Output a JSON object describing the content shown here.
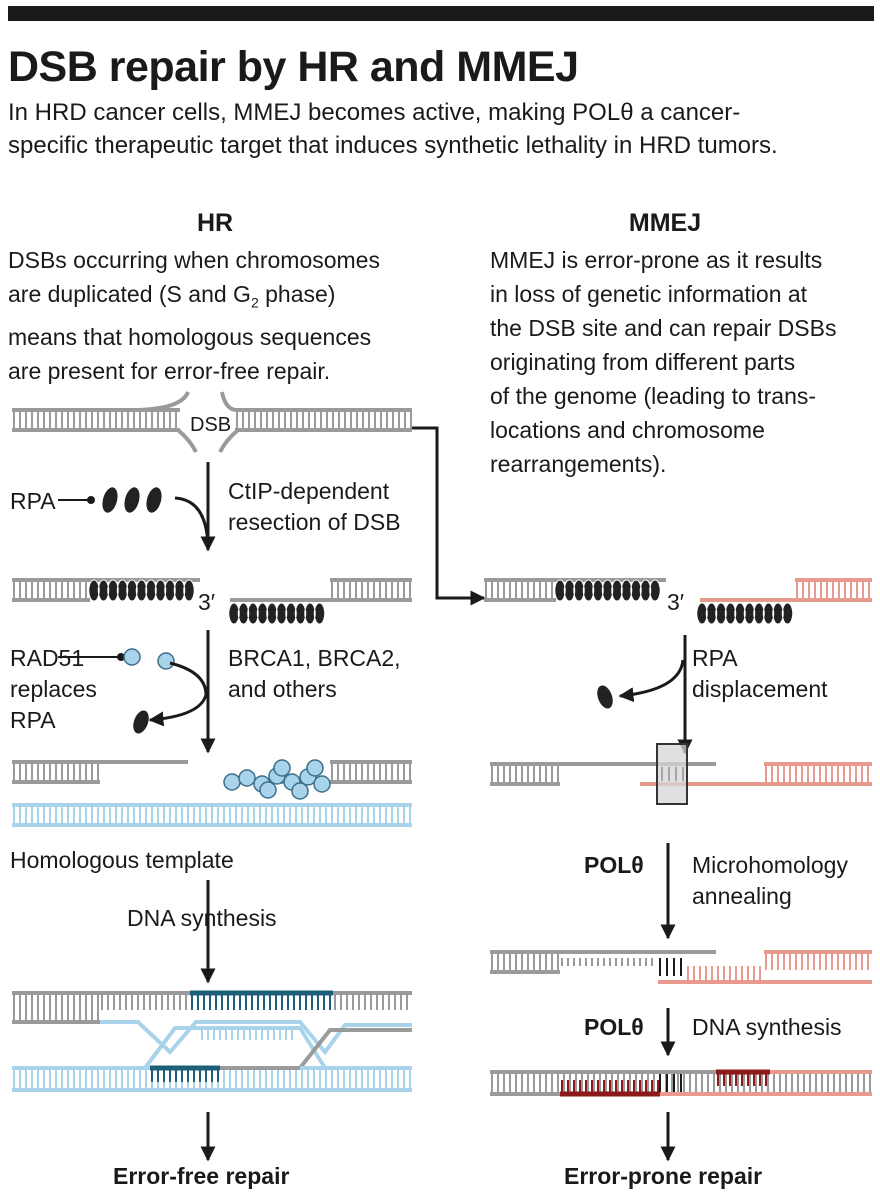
{
  "title": "DSB repair by HR and MMEJ",
  "subtitle_lines": [
    "In HRD cancer cells, MMEJ becomes active, making POLθ a cancer-",
    "specific therapeutic target that induces synthetic lethality in HRD tumors."
  ],
  "hr": {
    "heading": "HR",
    "description_lines": [
      "DSBs occurring when chromosomes",
      "are duplicated (S and G",
      "means that homologous sequences",
      "are present for error-free repair."
    ],
    "g2_subscript": "2",
    "g2_suffix": " phase)",
    "dsb_label": "DSB",
    "rpa_label": "RPA",
    "resection_lines": [
      "CtIP-dependent",
      "resection of DSB"
    ],
    "three_prime_label": "3′",
    "rad51_lines": [
      "RAD51",
      "replaces",
      "RPA"
    ],
    "brca_lines": [
      "BRCA1, BRCA2,",
      "and others"
    ],
    "template_label": "Homologous template",
    "synthesis_label": "DNA synthesis",
    "outcome": "Error-free repair"
  },
  "mmej": {
    "heading": "MMEJ",
    "description_lines": [
      "MMEJ is error-prone as it results",
      "in loss of genetic information at",
      "the DSB site and can repair DSBs",
      "originating from different parts",
      "of the genome (leading to trans-",
      "locations and chromosome",
      "rearrangements)."
    ],
    "three_prime_label": "3′",
    "rpa_displacement_lines": [
      "RPA",
      "displacement"
    ],
    "pol1_label": "POLθ",
    "annealing_lines": [
      "Microhomology",
      "annealing"
    ],
    "pol2_label": "POLθ",
    "synthesis_label": "DNA synthesis",
    "outcome": "Error-prone repair"
  },
  "colors": {
    "dna_gray": "#9a9a9a",
    "template_blue": "#a9d3ea",
    "new_synthesis_teal": "#1d5f78",
    "foreign_salmon": "#e89a8f",
    "new_synthesis_red": "#8c1a1a",
    "protein_dark": "#222222",
    "rad51_blue": "#a9d3ea"
  }
}
